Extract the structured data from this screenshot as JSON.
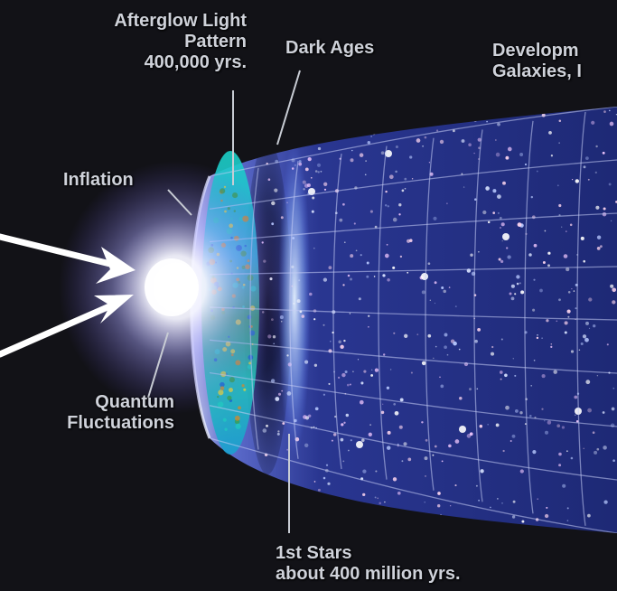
{
  "labels": {
    "afterglow": [
      "Afterglow Light",
      "Pattern",
      "400,000 yrs."
    ],
    "dark_ages": "Dark Ages",
    "development": [
      "Developm",
      "Galaxies, I"
    ],
    "inflation": "Inflation",
    "quantum": [
      "Quantum",
      "Fluctuations"
    ],
    "first_stars": [
      "1st Stars",
      "about 400 million yrs."
    ]
  },
  "colors": {
    "background": "#121217",
    "label_text": "#cfd2da",
    "pointer_line": "#c8ccd4",
    "cosmic_blue": "#3a4fd0",
    "afterglow_map": "#22c8c0"
  }
}
